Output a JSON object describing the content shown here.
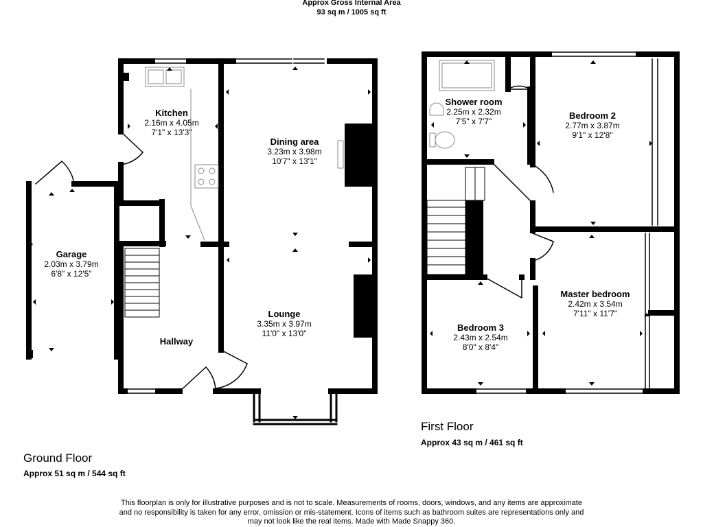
{
  "header": {
    "line1": "Approx Gross Internal Area",
    "line2": "93 sq m / 1005 sq ft"
  },
  "ground_floor": {
    "name": "Ground Floor",
    "area": "Approx 51 sq m / 544 sq ft",
    "rooms": {
      "kitchen": {
        "name": "Kitchen",
        "metric": "2.16m x 4.05m",
        "imperial": "7'1\" x 13'3\""
      },
      "dining": {
        "name": "Dining area",
        "metric": "3.23m x 3.98m",
        "imperial": "10'7\" x 13'1\""
      },
      "garage": {
        "name": "Garage",
        "metric": "2.03m x 3.79m",
        "imperial": "6'8\" x 12'5\""
      },
      "lounge": {
        "name": "Lounge",
        "metric": "3.35m x 3.97m",
        "imperial": "11'0\" x 13'0\""
      },
      "hallway": {
        "name": "Hallway"
      }
    }
  },
  "first_floor": {
    "name": "First Floor",
    "area": "Approx 43 sq m / 461 sq ft",
    "rooms": {
      "shower": {
        "name": "Shower room",
        "metric": "2.25m x 2.32m",
        "imperial": "7'5\" x 7'7\""
      },
      "bedroom2": {
        "name": "Bedroom 2",
        "metric": "2.77m x 3.87m",
        "imperial": "9'1\" x 12'8\""
      },
      "master": {
        "name": "Master bedroom",
        "metric": "2.42m x 3.54m",
        "imperial": "7'11\" x 11'7\""
      },
      "bedroom3": {
        "name": "Bedroom 3",
        "metric": "2.43m x 2.54m",
        "imperial": "8'0\" x 8'4\""
      }
    }
  },
  "disclaimer": {
    "line1": "This floorplan is only for illustrative purposes and is not to scale. Measurements of rooms, doors, windows, and any items are approximate",
    "line2": "and no responsibility is taken for any error, omission or mis-statement. Icons of items such as bathroom suites are representations only and",
    "line3": "may not look like the real items. Made with Made Snappy 360."
  },
  "colors": {
    "wall": "#000000",
    "fixture": "#888888",
    "background": "#ffffff"
  }
}
